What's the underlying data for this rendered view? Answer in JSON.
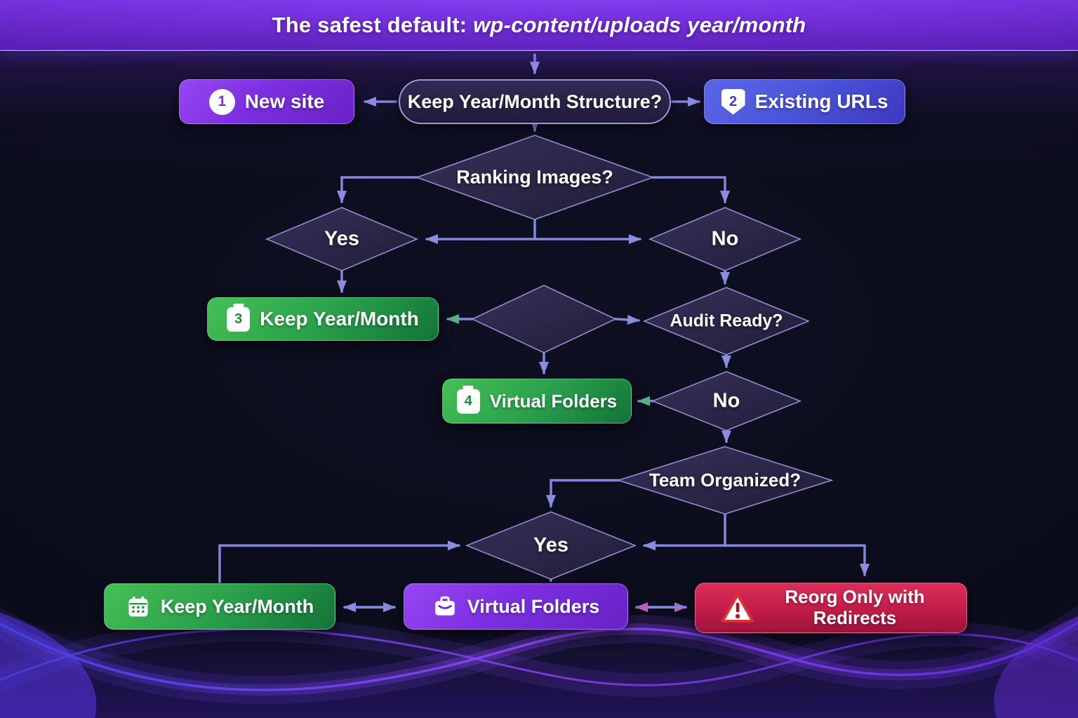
{
  "header": {
    "title_prefix": "The safest default: ",
    "title_emphasis": "wp-content/uploads year/month"
  },
  "nodes": {
    "structure_question": {
      "label": "Keep Year/Month Structure?"
    },
    "new_site": {
      "badge": "1",
      "label": "New site"
    },
    "existing_urls": {
      "badge": "2",
      "label": "Existing URLs"
    },
    "ranking_images": {
      "label": "Ranking Images?"
    },
    "ranking_yes": {
      "label": "Yes"
    },
    "ranking_no": {
      "label": "No"
    },
    "keep_year_month": {
      "badge": "3",
      "label": "Keep Year/Month"
    },
    "audit_ready": {
      "label": "Audit Ready?"
    },
    "virtual_folders": {
      "badge": "4",
      "label": "Virtual Folders"
    },
    "audit_no": {
      "label": "No"
    },
    "team_organized": {
      "label": "Team Organized?"
    },
    "team_yes": {
      "label": "Yes"
    },
    "final_keep_year_month": {
      "label": "Keep Year/Month"
    },
    "final_virtual_folders": {
      "label": "Virtual Folders"
    },
    "final_reorg": {
      "label": "Reorg Only with Redirects"
    }
  },
  "colors": {
    "background": "#0b0c18",
    "header_purple": "#7c36e8",
    "node_purple": "#7c2fe0",
    "node_blue": "#4a54d8",
    "node_green": "#2ba14c",
    "node_red": "#c01d48",
    "node_dark": "#292348",
    "connector": "#8187da",
    "diamond_border": "#918cd0",
    "arrow_green": "#58b184",
    "arrow_pink": "#bb5fc0"
  }
}
